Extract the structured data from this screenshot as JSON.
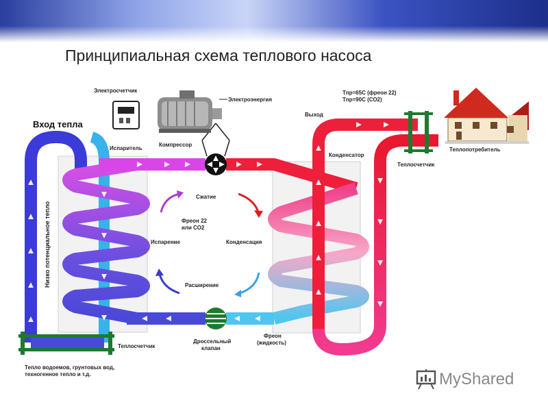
{
  "title": "Принципиальная схема теплового насоса",
  "labels": {
    "electric_meter": "Электросчетчик",
    "electricity": "Электроэнергия",
    "heat_input": "Вход тепла",
    "evaporator": "Испаритель",
    "compressor": "Компрессор",
    "output": "Выход",
    "condenser": "Конденсатор",
    "tpr_line1": "Тпр=65С (фреон 22)",
    "tpr_line2": "Тпр=90С (СО2)",
    "heat_consumer": "Теплопотребитель",
    "heat_meter_right": "Теплосчетчик",
    "compression": "Сжатие",
    "freon_line1": "Фреон 22",
    "freon_line2": "или СО2",
    "evaporation": "Испарение",
    "condensation": "Конденсация",
    "expansion": "Расширение",
    "low_potential_heat": "Низко потенциальное тепло",
    "heat_meter_left": "Теплосчетчик",
    "throttle_line1": "Дроссельный",
    "throttle_line2": "клапан",
    "freon_liquid_line1": "Фреон",
    "freon_liquid_line2": "(жидкость)",
    "sources_line1": "Тепло водоемов, грунтовых вод,",
    "sources_line2": "техногенное тепло и т.д."
  },
  "logo": {
    "text": "MyShared"
  },
  "colors": {
    "blue_loop": "#3b3bd9",
    "cyan_loop": "#37b3ea",
    "magenta_loop": "#d946e8",
    "red_loop": "#ee1f3b",
    "pink_loop": "#f0328a",
    "meter_green": "#1e7a2e"
  }
}
